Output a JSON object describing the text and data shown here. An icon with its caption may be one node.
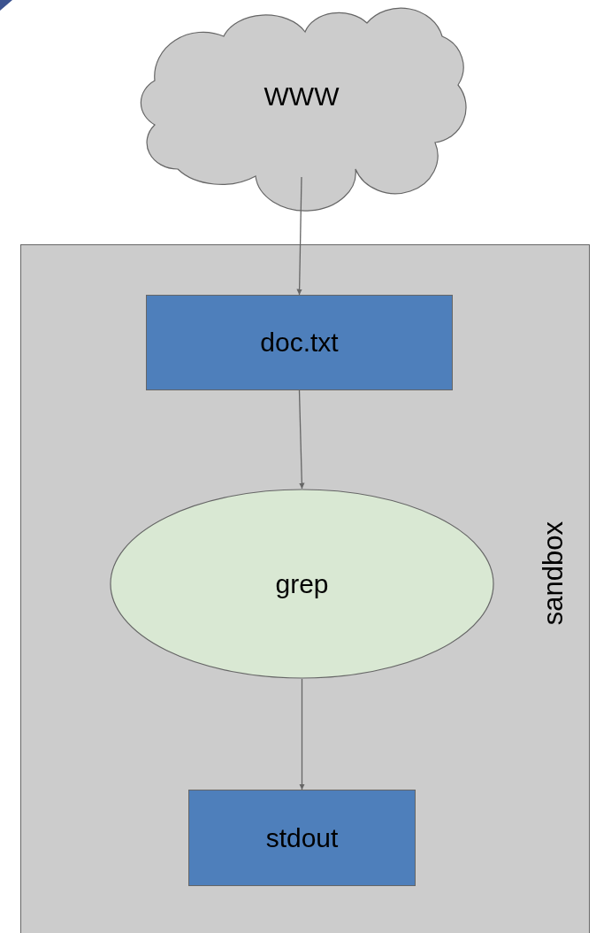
{
  "diagram": {
    "nodes": [
      {
        "text": [
          "WWW"
        ]
      },
      {
        "text": [
          "sandbox"
        ]
      },
      {
        "text": [
          "doc.txt"
        ],
        "in": 1
      },
      {
        "text": [
          "grep"
        ],
        "in": 1
      },
      {
        "text": [
          "stdout"
        ],
        "in": 1
      }
    ],
    "edges": [
      {
        "from": 0,
        "to": 2,
        "arrow": "to"
      },
      {
        "from": 2,
        "to": 3,
        "arrow": "to"
      },
      {
        "from": 3,
        "to": 4,
        "arrow": "to"
      }
    ]
  }
}
